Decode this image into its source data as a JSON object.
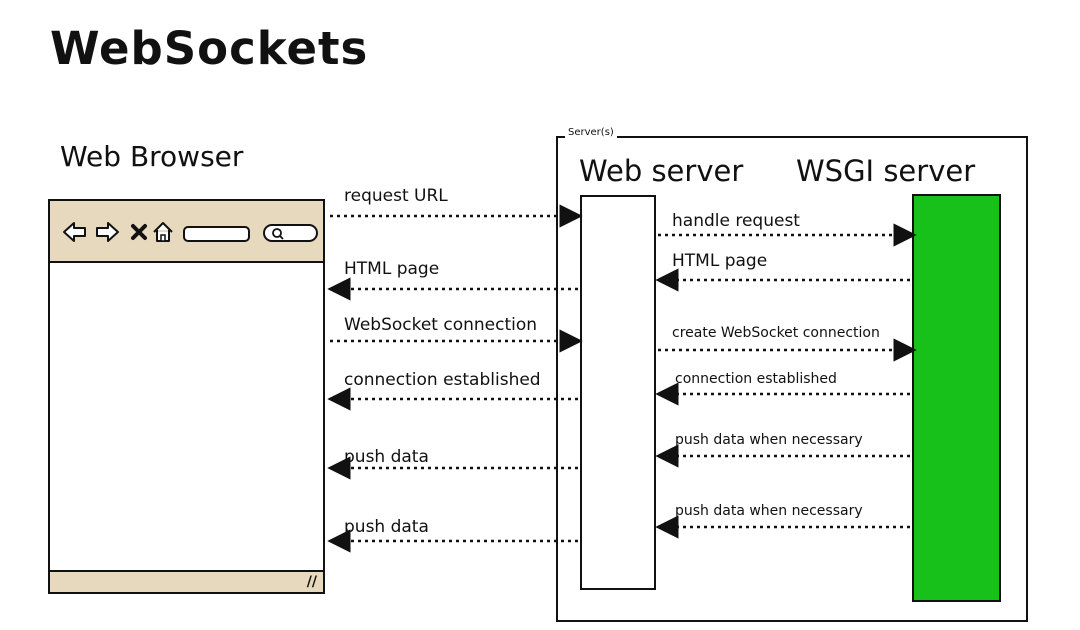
{
  "title": "WebSockets",
  "browser": {
    "title": "Web Browser"
  },
  "servers": {
    "group_label": "Server(s)",
    "web_server": "Web server",
    "wsgi_server": "WSGI server"
  },
  "messages_browser_web": [
    "request URL",
    "HTML page",
    "WebSocket connection",
    "connection established",
    "push data",
    "push data"
  ],
  "messages_web_wsgi": [
    "handle request",
    "HTML page",
    "create WebSocket connection",
    "connection established",
    "push data when necessary",
    "push data when necessary"
  ],
  "colors": {
    "toolbar": "#e6d9bd",
    "wsgi_fill": "#17c11a",
    "ink": "#111111"
  },
  "icons": [
    "back-arrow-icon",
    "forward-arrow-icon",
    "stop-icon",
    "home-icon",
    "address-bar",
    "search-icon"
  ]
}
